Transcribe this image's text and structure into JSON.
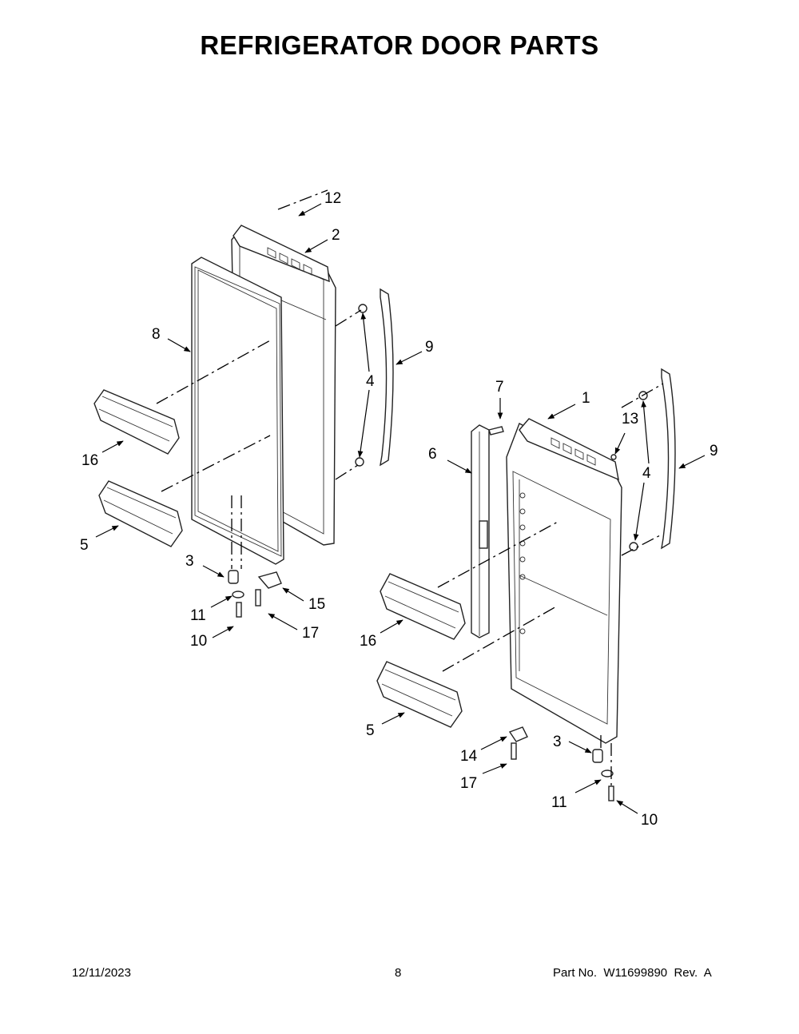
{
  "title": "REFRIGERATOR DOOR PARTS",
  "footer": {
    "date": "12/11/2023",
    "page": "8",
    "part_no": "Part No.  W11699890  Rev.  A"
  },
  "callouts": {
    "c12": "12",
    "c2": "2",
    "c8": "8",
    "c9a": "9",
    "c4a": "4",
    "c16a": "16",
    "c5a": "5",
    "c3a": "3",
    "c11a": "11",
    "c10a": "10",
    "c15": "15",
    "c17a": "17",
    "c7": "7",
    "c1": "1",
    "c13": "13",
    "c6": "6",
    "c9b": "9",
    "c4b": "4",
    "c16b": "16",
    "c5b": "5",
    "c14": "14",
    "c3b": "3",
    "c17b": "17",
    "c11b": "11",
    "c10b": "10"
  }
}
